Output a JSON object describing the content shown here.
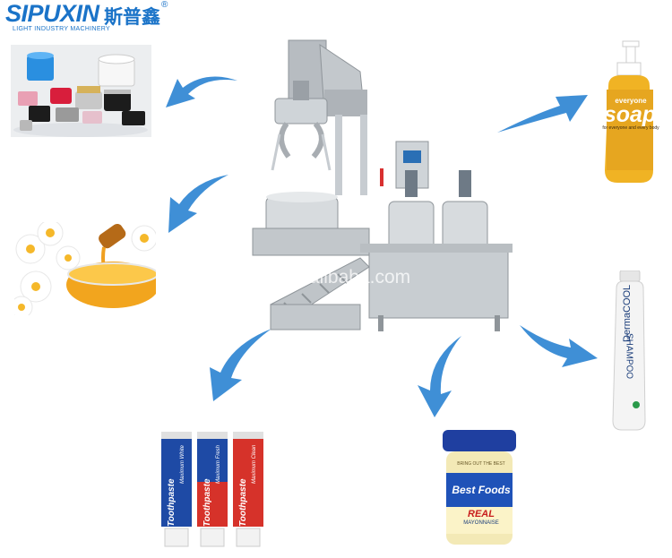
{
  "logo": {
    "brand": "SIPUXIN",
    "chinese": "斯普鑫",
    "registered": "®",
    "tagline": "LIGHT INDUSTRY MACHINERY"
  },
  "watermark": "gzspx.en.alibaba.com",
  "products": {
    "soap": {
      "label_top": "everyone",
      "label_main": "soap",
      "label_sub": "for everyone and every body"
    },
    "shampoo": {
      "brand": "DermaCOOL",
      "word": "SHAMPOO"
    },
    "mayonnaise": {
      "top": "BRING OUT THE BEST",
      "brand": "Best Foods",
      "real": "REAL",
      "mayo": "MAYONNAISE"
    },
    "toothpaste": [
      {
        "name": "Toothpaste",
        "variant": "Maximum White"
      },
      {
        "name": "Toothpaste",
        "variant": "Maximum Fresh"
      },
      {
        "name": "Toothpaste",
        "variant": "Maximum Clean"
      }
    ]
  },
  "colors": {
    "arrow": "#3f8fd6",
    "brand": "#1a73c8",
    "steel": "#b7bcc1"
  }
}
